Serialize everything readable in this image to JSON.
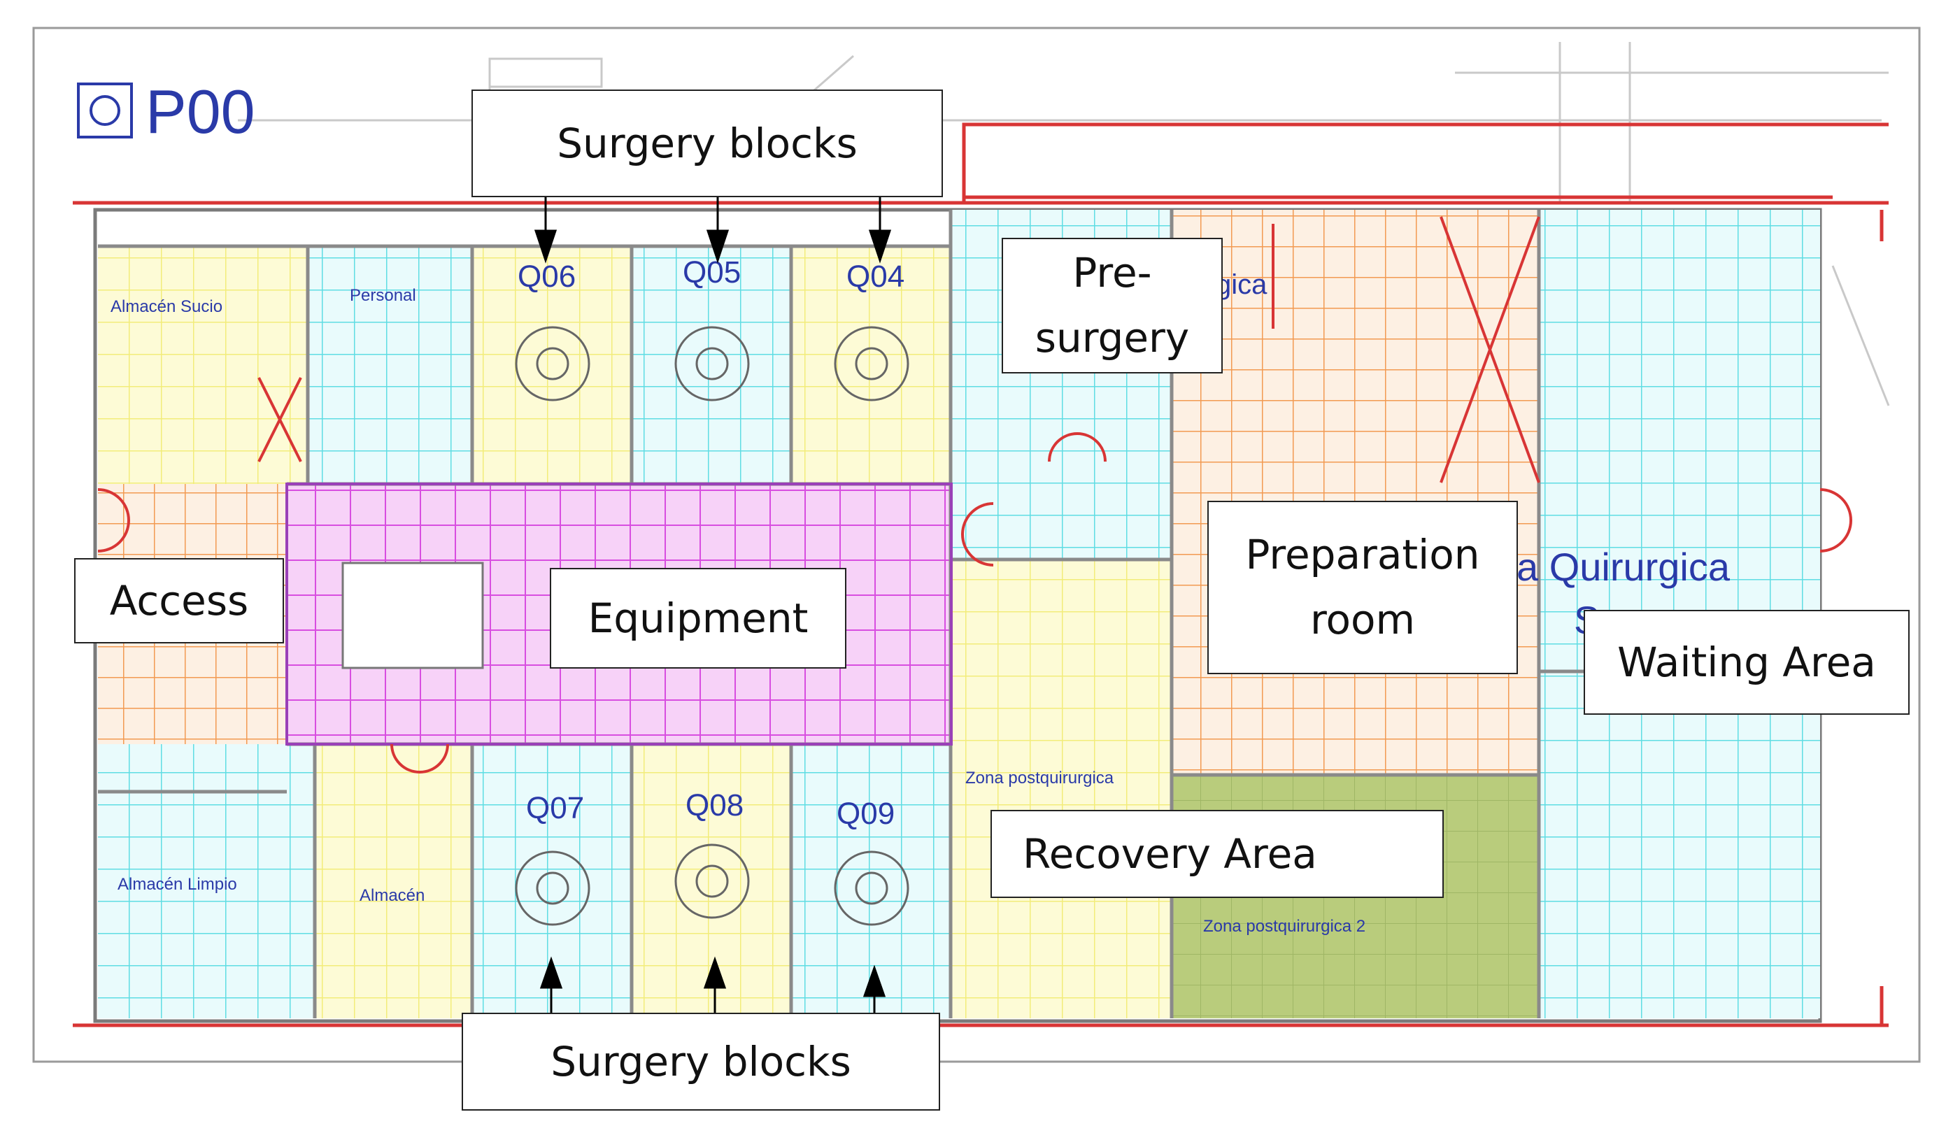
{
  "plan": {
    "floor_code": "P00",
    "room_codes": {
      "q06": "Q06",
      "q05": "Q05",
      "q04": "Q04",
      "q07": "Q07",
      "q08": "Q08",
      "q09": "Q09"
    },
    "rooms": {
      "almacen_sucio": "Almacén Sucio",
      "personal": "Personal",
      "almacen_limpio": "Almacén Limpio",
      "almacen": "Almacén",
      "zona_postquirurgica": "Zona postquirurgica",
      "zona_postquirurgica_2": "Zona postquirurgica 2",
      "zona_quirurgica_fragment": "a Quirurgica",
      "zona_fragment_2": "gica",
      "zona_fragment_3": "S"
    }
  },
  "callouts": {
    "surgery_blocks_top": "Surgery blocks",
    "surgery_blocks_bottom": "Surgery blocks",
    "pre_surgery_line1": "Pre-",
    "pre_surgery_line2": "surgery",
    "access": "Access",
    "equipment": "Equipment",
    "preparation_line1": "Preparation",
    "preparation_line2": "room",
    "waiting_area": "Waiting Area",
    "recovery_area": "Recovery Area"
  },
  "colors": {
    "cyan_zone": "#7fe6ea",
    "yellow_zone": "#fbf7a6",
    "magenta_zone": "#e46ae8",
    "orange_zone": "#f5a865",
    "green_zone": "#b5c97a",
    "wall_red": "#d83535",
    "blue_text": "#2a3aa8"
  }
}
